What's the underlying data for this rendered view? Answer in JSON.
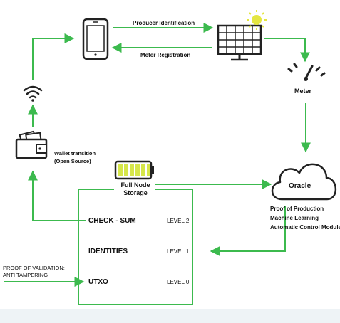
{
  "colors": {
    "line": "#3cba4e",
    "stroke": "#222222",
    "battery": "#d6e64a",
    "sun": "#e4e640",
    "footer": "#eef3f6"
  },
  "edges": {
    "producer_identification": "Producer Identification",
    "meter_registration": "Meter Registration"
  },
  "nodes": {
    "phone": {
      "icon": "smartphone-icon"
    },
    "solar_panel": {
      "icon": "solar-panel-icon"
    },
    "meter": {
      "icon": "meter-gauge-icon",
      "label": "Meter"
    },
    "wifi": {
      "icon": "wifi-icon"
    },
    "wallet": {
      "icon": "wallet-icon",
      "label_line1": "Wallet transition",
      "label_line2": "(Open Source)"
    },
    "full_node": {
      "icon": "battery-icon",
      "label_line1": "Full Node",
      "label_line2": "Storage"
    },
    "oracle": {
      "icon": "cloud-icon",
      "label": "Oracle",
      "features": [
        "Proof of Production",
        "Machine Learning",
        "Automatic Control Module"
      ]
    }
  },
  "storage_levels": [
    {
      "name": "CHECK - SUM",
      "level": "LEVEL 2"
    },
    {
      "name": "IDENTITIES",
      "level": "LEVEL 1"
    },
    {
      "name": "UTXO",
      "level": "LEVEL 0"
    }
  ],
  "validation": {
    "line1": "PROOF OF VALIDATION:",
    "line2": "ANTI TAMPERING"
  }
}
